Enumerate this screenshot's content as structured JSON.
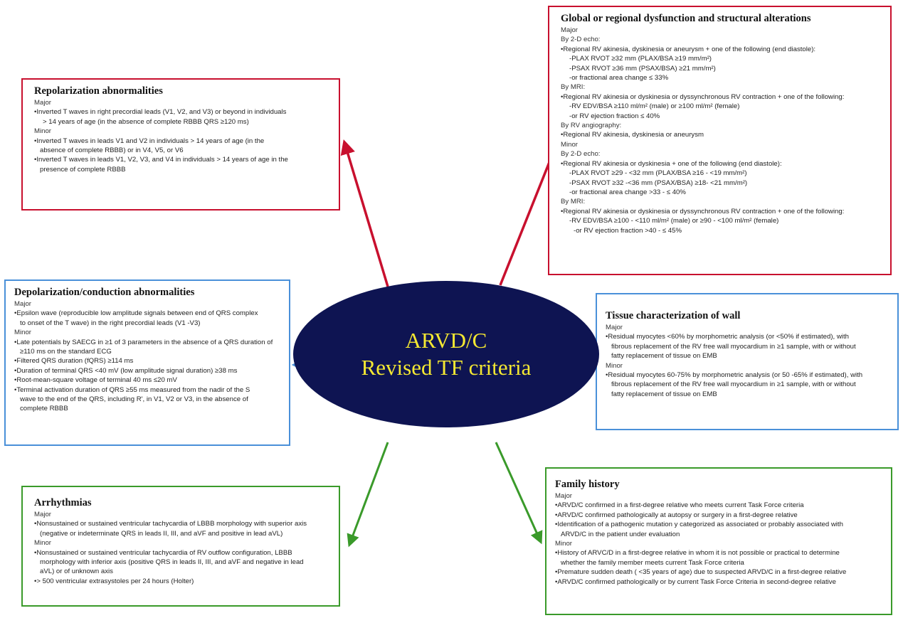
{
  "center": {
    "line1": "ARVD/C",
    "line2": "Revised TF criteria"
  },
  "colors": {
    "red": "#c8102e",
    "blue": "#4a90d9",
    "green": "#3a9a2a",
    "ellipse": "#0e1452",
    "ellipse_text": "#f4e832"
  },
  "repolarization": {
    "title": "Repolarization abnormalities",
    "lines": [
      "Major",
      "•Inverted T waves in right precordial leads (V1, V2, and V3) or beyond in individuals",
      "> 14 years of age (in the absence of complete RBBB QRS ≥120 ms)",
      "Minor",
      "•Inverted T waves in leads V1 and V2 in individuals > 14 years of age (in the",
      "absence of complete RBBB) or in V4, V5, or V6",
      "•Inverted T waves in leads V1, V2, V3, and V4 in individuals > 14 years of age in the",
      "presence of complete RBBB"
    ]
  },
  "global": {
    "title": "Global or regional dysfunction and structural alterations",
    "lines": [
      "Major",
      "By 2-D echo:",
      "•Regional RV akinesia, dyskinesia or aneurysm + one of the following (end diastole):",
      "-PLAX RVOT ≥32 mm (PLAX/BSA ≥19 mm/m²)",
      "-PSAX RVOT ≥36 mm (PSAX/BSA) ≥21 mm/m²)",
      "-or fractional area change ≤ 33%",
      "By MRI:",
      "•Regional RV akinesia or dyskinesia or dyssynchronous RV contraction + one of the following:",
      "-RV EDV/BSA ≥110 ml/m² (male) or ≥100 ml/m² (female)",
      "-or RV ejection fraction ≤ 40%",
      "By RV angiography:",
      "•Regional RV akinesia, dyskinesia or aneurysm",
      "Minor",
      "By 2-D echo:",
      "•Regional RV akinesia or dyskinesia + one of the following (end diastole):",
      "-PLAX RVOT ≥29 - <32 mm (PLAX/BSA ≥16 - <19 mm/m²)",
      "-PSAX RVOT ≥32 -<36 mm (PSAX/BSA) ≥18- <21 mm/m²)",
      "-or fractional area change >33 - ≤ 40%",
      "By MRI:",
      "•Regional RV akinesia or dyskinesia or dyssynchronous RV contraction + one of the following:",
      "-RV EDV/BSA ≥100 - <110 ml/m² (male) or ≥90 - <100 ml/m² (female)",
      "-or RV ejection fraction >40 - ≤ 45%"
    ]
  },
  "depolarization": {
    "title": "Depolarization/conduction abnormalities",
    "lines": [
      "Major",
      "•Epsilon wave (reproducible low amplitude signals between end of QRS complex",
      "to onset of the T wave) in the right precordial leads (V1 -V3)",
      "Minor",
      "•Late potentials by SAECG in ≥1 of 3 parameters in the absence of a QRS duration of",
      "≥110 ms on the standard ECG",
      "•Filtered QRS duration (fQRS) ≥114 ms",
      "•Duration of terminal QRS <40 mV (low amplitude signal duration) ≥38 ms",
      "•Root-mean-square voltage of terminal 40 ms ≤20 mV",
      "•Terminal activation duration of QRS ≥55 ms measured from the nadir of the S",
      "wave to the end of the QRS, including R', in V1, V2 or V3, in the absence of",
      "complete RBBB"
    ]
  },
  "tissue": {
    "title": "Tissue characterization of wall",
    "lines": [
      "Major",
      "•Residual myocytes <60% by morphometric analysis (or <50% if estimated), with",
      "fibrous replacement of the RV free wall myocardium in ≥1 sample, with or without",
      "fatty replacement of tissue on EMB",
      "Minor",
      "•Residual myocytes 60-75% by morphometric analysis (or 50 -65% if estimated), with",
      "fibrous replacement of the RV free wall myocardium in ≥1 sample, with or without",
      "fatty replacement of tissue on EMB"
    ]
  },
  "arrhythmias": {
    "title": "Arrhythmias",
    "lines": [
      "Major",
      "•Nonsustained or sustained ventricular tachycardia of LBBB morphology with superior axis",
      "(negative or indeterminate QRS in leads II, III, and aVF and positive in lead aVL)",
      "Minor",
      "•Nonsustained or sustained ventricular tachycardia of RV outflow configuration, LBBB",
      "morphology with inferior axis (positive QRS in leads II, III, and aVF and negative in lead",
      "aVL) or of unknown axis",
      "•> 500 ventricular extrasystoles per 24 hours (Holter)"
    ]
  },
  "family": {
    "title": "Family history",
    "lines": [
      "Major",
      "•ARVD/C confirmed in a first-degree relative who meets current Task Force criteria",
      "•ARVD/C confirmed pathologically at autopsy or surgery in a first-degree relative",
      "•Identification of a pathogenic mutation y categorized as associated or probably associated with",
      "ARVD/C in the patient under evaluation",
      "Minor",
      "•History of ARVC/D in a first-degree relative in whom it is not possible or practical to determine",
      "whether the family member meets current Task Force criteria",
      "•Premature sudden death ( <35 years of age) due to suspected ARVD/C in a first-degree relative",
      "•ARVD/C confirmed pathologically or by current Task Force Criteria in second-degree relative"
    ]
  }
}
